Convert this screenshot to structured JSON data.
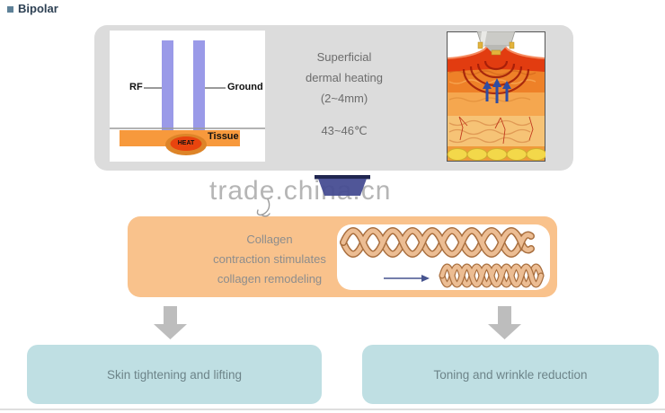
{
  "header": {
    "label": "Bipolar"
  },
  "panel": {
    "rf_diagram": {
      "left_electrode_label": "RF",
      "right_electrode_label": "Ground",
      "tissue_label": "Tissue",
      "heat_label": "HEAT"
    },
    "heating": {
      "line1": "Superficial",
      "line2": "dermal heating",
      "line3": "(2~4mm)",
      "temperature": "43~46℃"
    },
    "illustration": "rf-skin-cross-section"
  },
  "watermark": {
    "text": "trade.china.cn"
  },
  "collagen": {
    "line1": "Collagen",
    "line2": "contraction stimulates",
    "line3": "collagen remodeling"
  },
  "outcomes": [
    {
      "label": "Skin tightening and lifting"
    },
    {
      "label": "Toning and wrinkle reduction"
    }
  ],
  "colors": {
    "panel_gray": "#dcdcdc",
    "electrode_purple": "#9a9ae8",
    "tissue_orange": "#f7993c",
    "heat_red": "#e8440e",
    "collagen_peach": "#f9c28c",
    "outcome_blue": "#bfdfe3",
    "arrow_gray": "#bdbdbd",
    "watermark_gray": "#b5b5b5",
    "watermark_navy": "#474d92",
    "header_navy": "#2e4154"
  }
}
